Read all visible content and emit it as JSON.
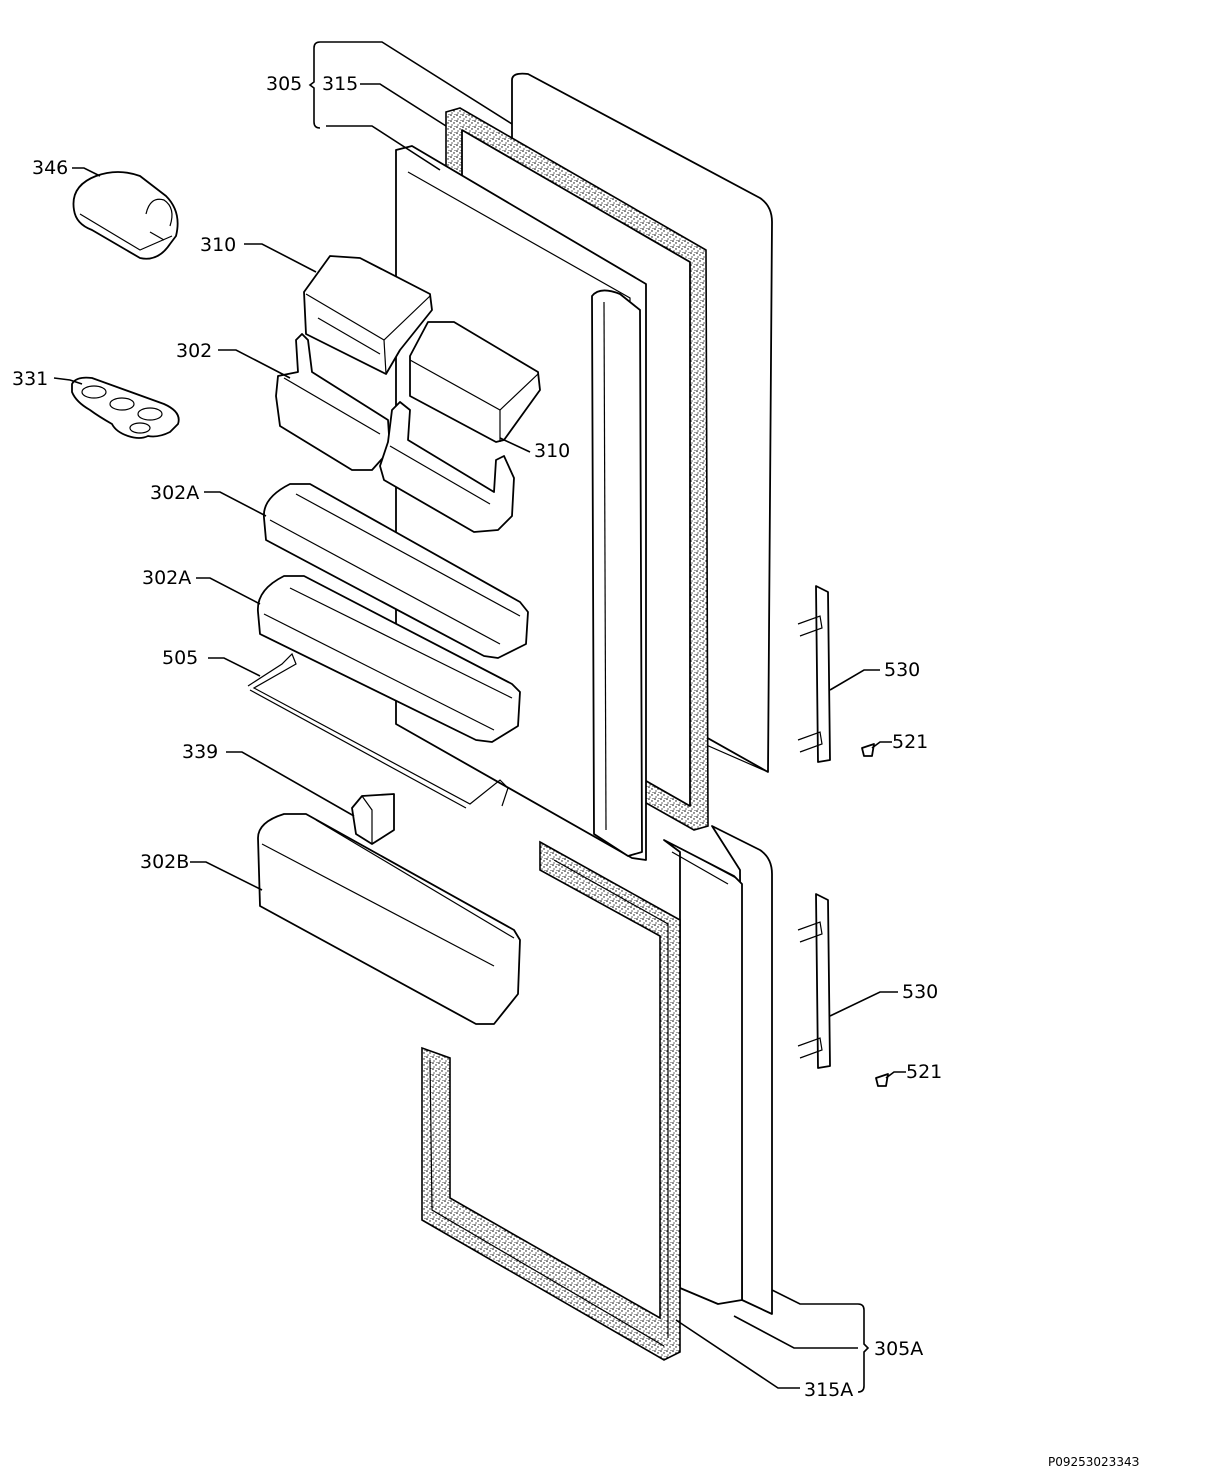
{
  "labels": {
    "l305": "305",
    "l315": "315",
    "l346": "346",
    "l310a": "310",
    "l302": "302",
    "l331": "331",
    "l310b": "310",
    "l302a1": "302A",
    "l302a2": "302A",
    "l505": "505",
    "l339": "339",
    "l302b": "302B",
    "l530a": "530",
    "l521a": "521",
    "l530b": "530",
    "l521b": "521",
    "l305a": "305A",
    "l315a": "315A"
  },
  "footer_code": "P0925302334З"
}
